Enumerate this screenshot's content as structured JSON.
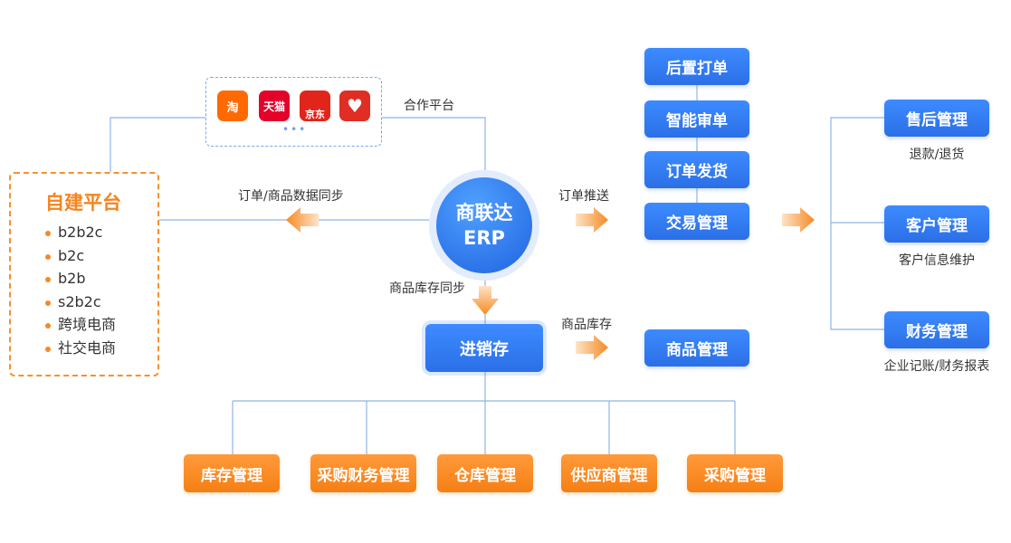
{
  "platforms": {
    "icons": [
      {
        "name": "taobao-icon",
        "text": "淘",
        "color": "#ff5000"
      },
      {
        "name": "tmall-icon",
        "text": "天猫",
        "color": "#e4012a"
      },
      {
        "name": "jd-icon",
        "text": "京东",
        "color": "#e1251b"
      },
      {
        "name": "pinduoduo-icon",
        "text": "♥",
        "color": "#e02e24"
      }
    ],
    "more": "•••",
    "label": "合作平台"
  },
  "self_built": {
    "title": "自建平台",
    "items": [
      "b2b2c",
      "b2c",
      "b2b",
      "s2b2c",
      "跨境电商",
      "社交电商"
    ]
  },
  "erp": {
    "line1": "商联达",
    "line2": "ERP"
  },
  "flow_labels": {
    "order_sync": "订单/商品数据同步",
    "order_push": "订单推送",
    "stock_sync": "商品库存同步",
    "product_stock": "商品库存"
  },
  "order_steps": [
    "后置打单",
    "智能审单",
    "订单发货",
    "交易管理"
  ],
  "product_mgmt": "商品管理",
  "inventory": "进销存",
  "right_cards": [
    {
      "title": "售后管理",
      "desc": "退款/退货"
    },
    {
      "title": "客户管理",
      "desc": "客户信息维护"
    },
    {
      "title": "财务管理",
      "desc": "企业记账/财务报表"
    }
  ],
  "bottom_modules": [
    "库存管理",
    "采购财务管理",
    "仓库管理",
    "供应商管理",
    "采购管理"
  ],
  "colors": {
    "blue": "#2b6fe6",
    "orange": "#f57f14",
    "line": "#8fb4e8"
  }
}
